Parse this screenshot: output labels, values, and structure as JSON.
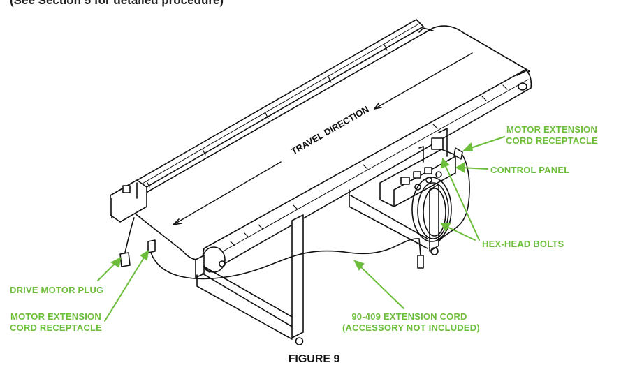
{
  "heading_fragment": "(See Section 5 for detailed procedure)",
  "diagram": {
    "travel_label": "TRAVEL DIRECTION",
    "callouts": {
      "motor_ext_top_l1": "MOTOR EXTENSION",
      "motor_ext_top_l2": "CORD RECEPTACLE",
      "control_panel": "CONTROL PANEL",
      "hex_head_bolts": "HEX-HEAD BOLTS",
      "drive_motor_plug": "DRIVE MOTOR PLUG",
      "motor_ext_left_l1": "MOTOR EXTENSION",
      "motor_ext_left_l2": "CORD RECEPTACLE",
      "ext_cord_l1": "90-409 EXTENSION CORD",
      "ext_cord_l2": "(ACCESSORY NOT INCLUDED)"
    },
    "accent_color": "#6cbe3a",
    "line_color": "#111111"
  },
  "caption": "FIGURE 9"
}
